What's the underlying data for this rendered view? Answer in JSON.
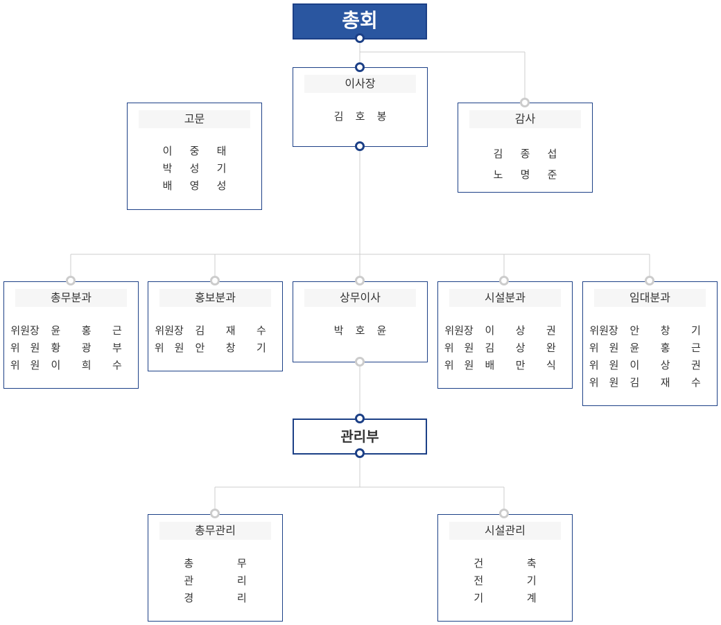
{
  "root": {
    "label": "총회"
  },
  "chair": {
    "title": "이사장",
    "members": [
      [
        "김",
        "호",
        "봉"
      ]
    ]
  },
  "advisor": {
    "title": "고문",
    "members": [
      [
        "이",
        "중",
        "태"
      ],
      [
        "박",
        "성",
        "기"
      ],
      [
        "배",
        "영",
        "성"
      ]
    ]
  },
  "auditor": {
    "title": "감사",
    "members": [
      [
        "김",
        "종",
        "섭"
      ],
      [
        "노",
        "명",
        "준"
      ]
    ]
  },
  "committees": [
    {
      "title": "총무분과",
      "members": [
        [
          "위원장",
          "윤",
          "홍",
          "근"
        ],
        [
          "위　원",
          "황",
          "광",
          "부"
        ],
        [
          "위　원",
          "이",
          "희",
          "수"
        ]
      ]
    },
    {
      "title": "홍보분과",
      "members": [
        [
          "위원장",
          "김",
          "재",
          "수"
        ],
        [
          "위　원",
          "안",
          "창",
          "기"
        ]
      ]
    },
    {
      "title": "상무이사",
      "members": [
        [
          "박",
          "호",
          "윤"
        ]
      ]
    },
    {
      "title": "시설분과",
      "members": [
        [
          "위원장",
          "이",
          "상",
          "권"
        ],
        [
          "위　원",
          "김",
          "상",
          "완"
        ],
        [
          "위　원",
          "배",
          "만",
          "식"
        ]
      ]
    },
    {
      "title": "임대분과",
      "members": [
        [
          "위원장",
          "안",
          "창",
          "기"
        ],
        [
          "위　원",
          "윤",
          "홍",
          "근"
        ],
        [
          "위　원",
          "이",
          "상",
          "권"
        ],
        [
          "위　원",
          "김",
          "재",
          "수"
        ]
      ]
    }
  ],
  "management": {
    "label": "관리부"
  },
  "divisions": [
    {
      "title": "총무관리",
      "members": [
        [
          "총",
          "무"
        ],
        [
          "관",
          "리"
        ],
        [
          "경",
          "리"
        ]
      ]
    },
    {
      "title": "시설관리",
      "members": [
        [
          "건",
          "축"
        ],
        [
          "전",
          "기"
        ],
        [
          "기",
          "계"
        ]
      ]
    }
  ],
  "colors": {
    "primary": "#2a56a0",
    "border": "#1b3f86",
    "connector": "#cccccc"
  }
}
